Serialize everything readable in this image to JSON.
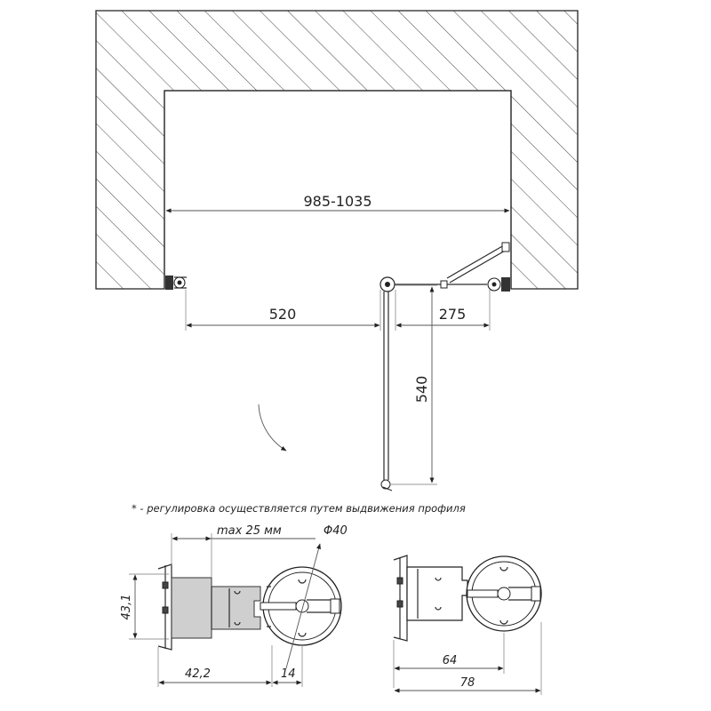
{
  "plan": {
    "opening_width": "985-1035",
    "fixed_width": "520",
    "offset_width": "275",
    "door_width": "540"
  },
  "note": "* - регулировка осуществляется путем выдвижения профиля",
  "detail_left": {
    "max_adjust": "max 25 мм",
    "diameter": "Φ40",
    "height": "43,1",
    "depth": "42,2",
    "offset": "14"
  },
  "detail_right": {
    "width_inner": "64",
    "width_outer": "78"
  }
}
